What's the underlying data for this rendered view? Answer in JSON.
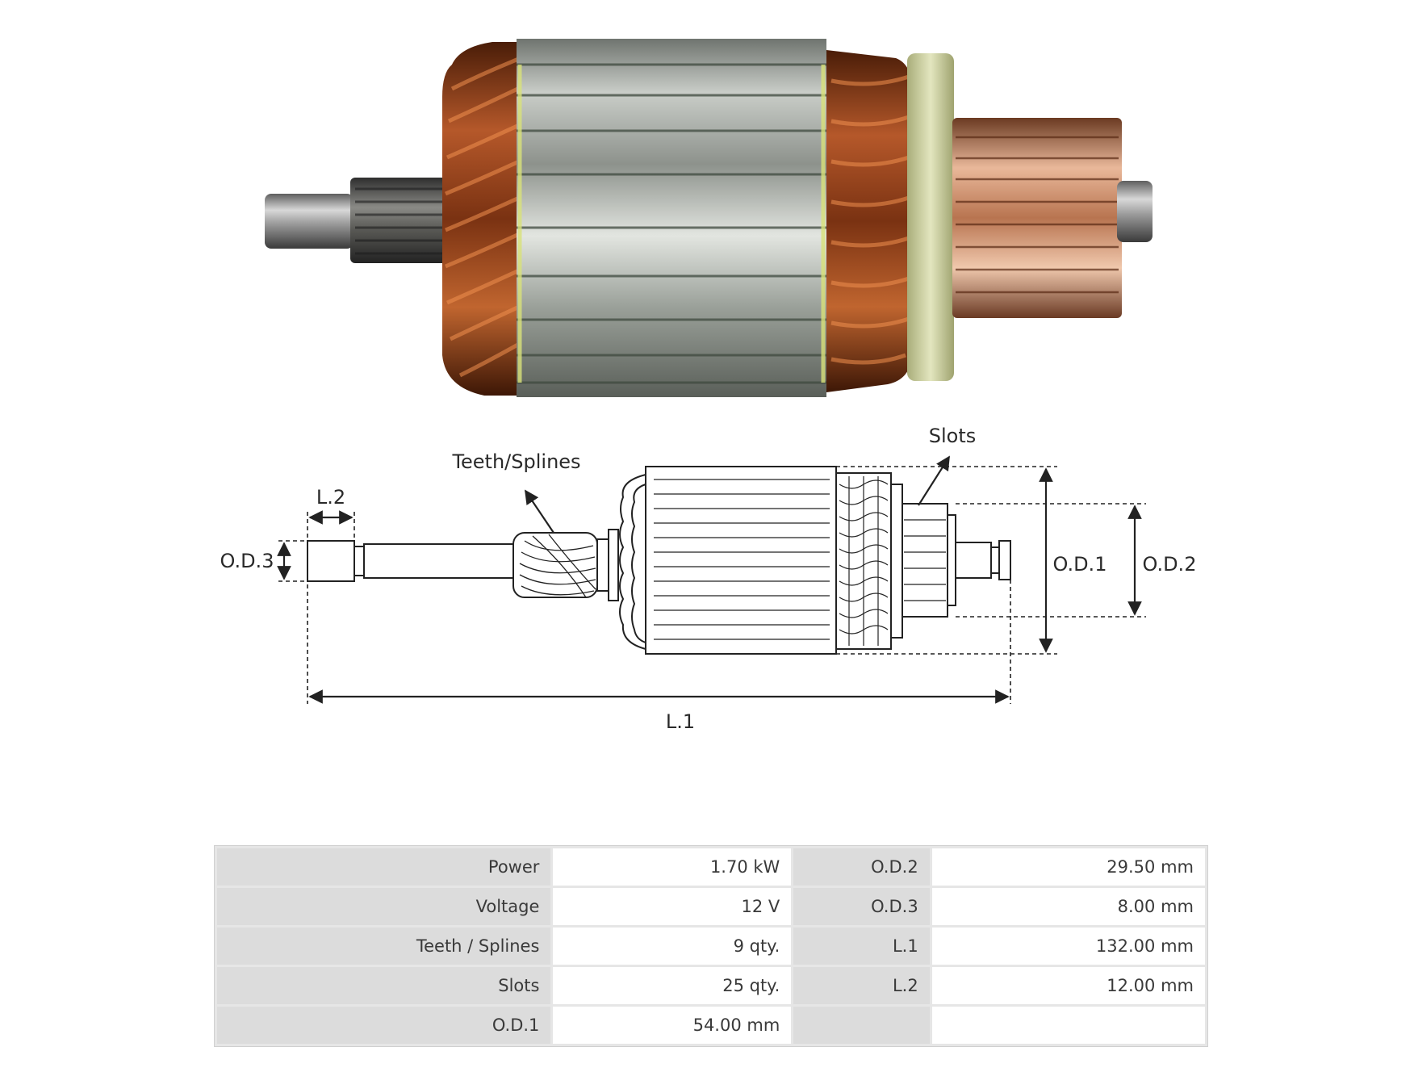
{
  "diagram": {
    "labels": {
      "teeth_splines": "Teeth/Splines",
      "slots": "Slots",
      "l1": "L.1",
      "l2": "L.2",
      "od1": "O.D.1",
      "od2": "O.D.2",
      "od3": "O.D.3"
    }
  },
  "specs": {
    "rows": [
      {
        "label1": "Power",
        "value1": "1.70 kW",
        "label2": "O.D.2",
        "value2": "29.50 mm"
      },
      {
        "label1": "Voltage",
        "value1": "12 V",
        "label2": "O.D.3",
        "value2": "8.00 mm"
      },
      {
        "label1": "Teeth / Splines",
        "value1": "9 qty.",
        "label2": "L.1",
        "value2": "132.00 mm"
      },
      {
        "label1": "Slots",
        "value1": "25 qty.",
        "label2": "L.2",
        "value2": "12.00 mm"
      },
      {
        "label1": "O.D.1",
        "value1": "54.00 mm",
        "label2": "",
        "value2": ""
      }
    ]
  }
}
